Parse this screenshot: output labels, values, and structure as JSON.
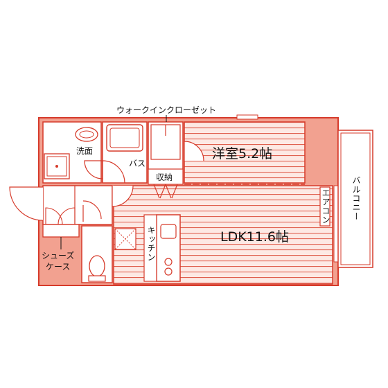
{
  "colors": {
    "wall_fill": "#f2a190",
    "wall_line": "#d63a2a",
    "floor_fill": "#fde9e4",
    "stripe": "#e0604f",
    "text": "#111111"
  },
  "labels": {
    "walk_in_closet": "ウォークインクローゼット",
    "washroom": "洗面",
    "bath": "バス",
    "storage": "収納",
    "western_room": "洋室5.2帖",
    "ldk": "LDK11.6帖",
    "kitchen": "キッチン",
    "aircon": "エアコン",
    "balcony": "バルコニー",
    "shoes_case_line1": "シューズ",
    "shoes_case_line2": "ケース"
  }
}
